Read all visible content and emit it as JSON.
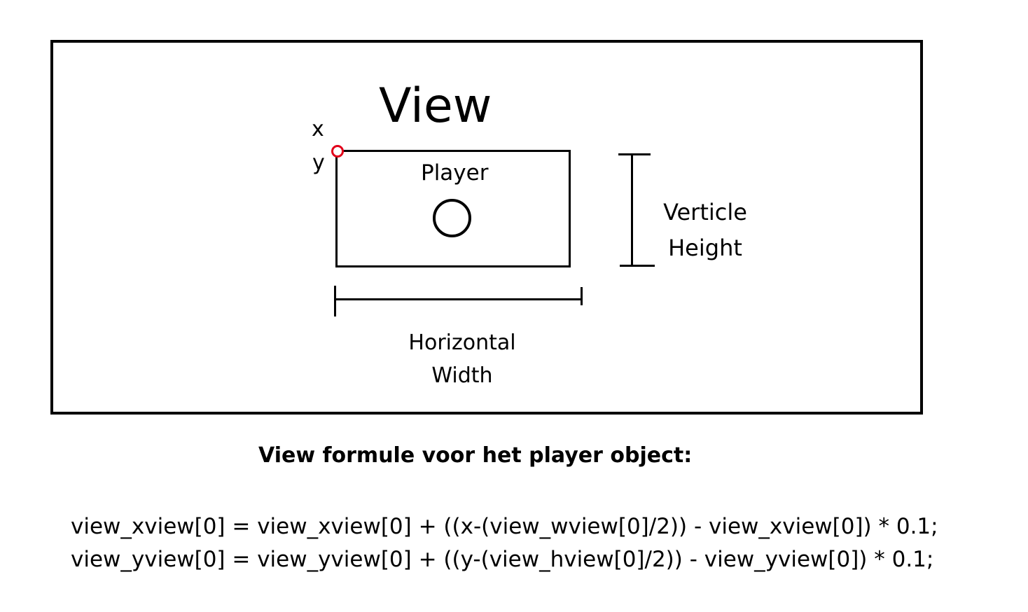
{
  "diagram": {
    "view_label": "View",
    "x_label": "x",
    "y_label": "y",
    "player_label": "Player",
    "horizontal_label_line1": "Horizontal",
    "horizontal_label_line2": "Width",
    "vertical_label_line1": "Verticle",
    "vertical_label_line2": "Height",
    "origin_marker_color": "#e2001a"
  },
  "formulas": {
    "heading": "View formule voor het player object:",
    "x_formula": "view_xview[0] = view_xview[0] + ((x-(view_wview[0]/2)) - view_xview[0]) * 0.1;",
    "y_formula": "view_yview[0] = view_yview[0] + ((y-(view_hview[0]/2)) - view_yview[0]) * 0.1;"
  }
}
